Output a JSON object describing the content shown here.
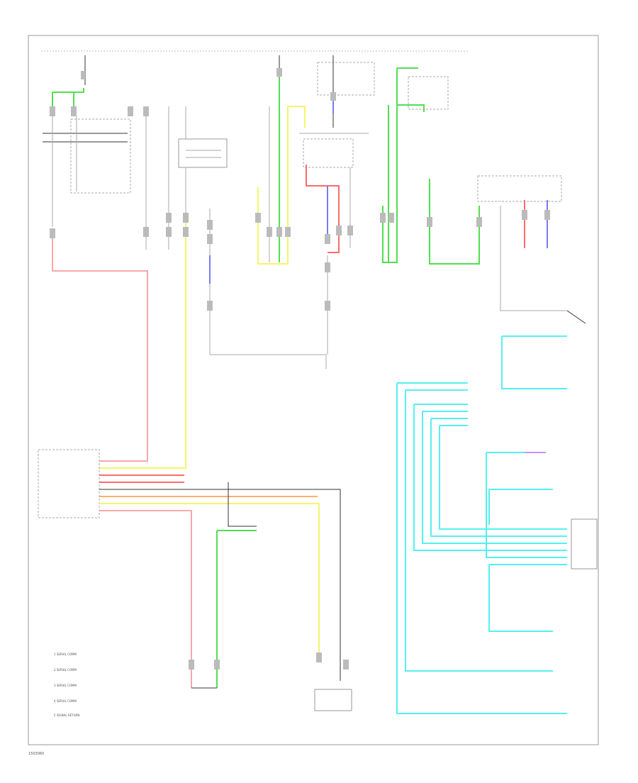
{
  "page": {
    "footer_code": "1503060"
  },
  "legend": {
    "items": [
      "1 SERIAL COMM",
      "2 SERIAL COMM",
      "3 SERIAL COMM",
      "4 SERIAL COMM",
      "5 SIGNAL RETURN"
    ]
  },
  "colors": {
    "green": "#4fe04f",
    "yellow": "#f5f56a",
    "red": "#ff6b6b",
    "pink": "#f7a8a8",
    "cyan": "#55f0f0",
    "blue": "#7a7af5",
    "orange": "#ffb070",
    "violet": "#d090f0"
  }
}
